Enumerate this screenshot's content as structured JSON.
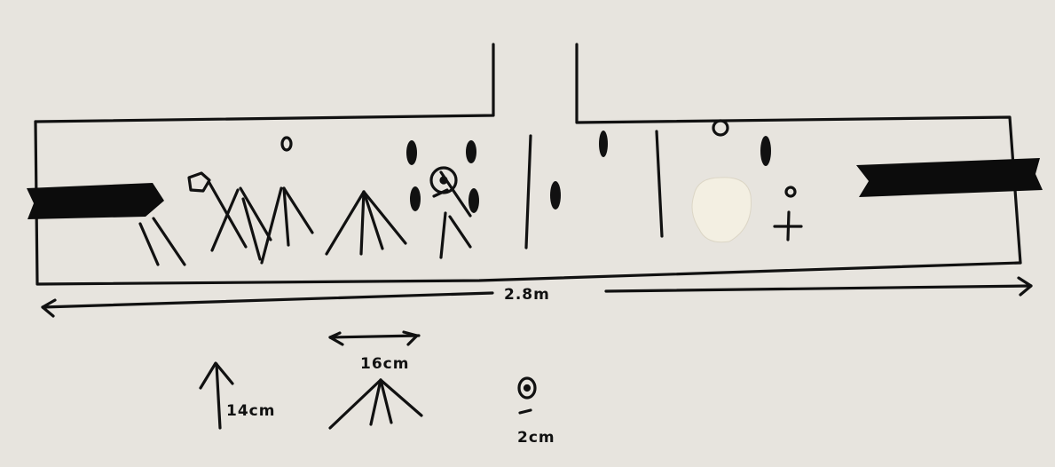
{
  "diagram": {
    "paper_color": "#e7e4de",
    "ink_color": "#111111",
    "tape_color": "#0c0c0c",
    "correction_fluid_color": "#f3efe2",
    "length_label": "2.8m",
    "legend": {
      "post_label": "14cm",
      "tripod_label": "16cm",
      "ring_label": "2cm"
    }
  }
}
